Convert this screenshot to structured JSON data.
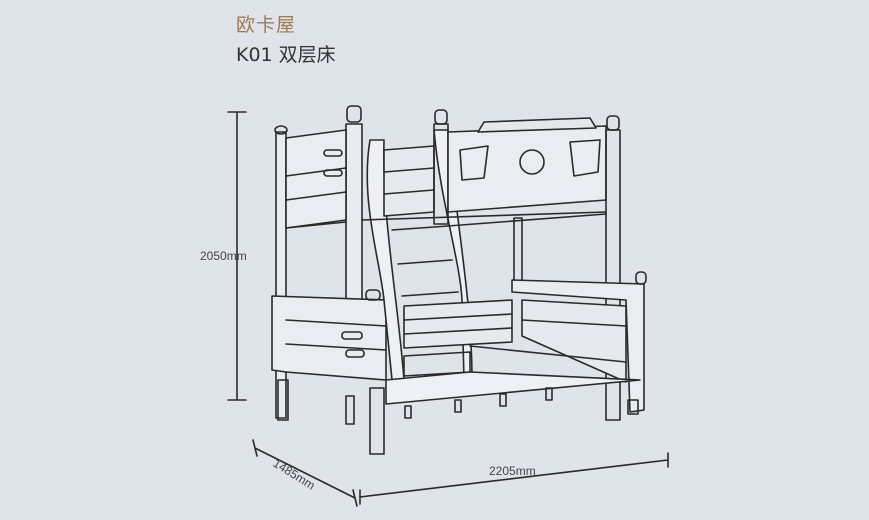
{
  "brand": "欧卡屋",
  "model": "K01 双层床",
  "dimensions": {
    "height": "2050mm",
    "depth": "1485mm",
    "width": "2205mm"
  },
  "colors": {
    "background": "#dfe3ea",
    "brand": "#a07a52",
    "line": "#2a2a2a"
  }
}
